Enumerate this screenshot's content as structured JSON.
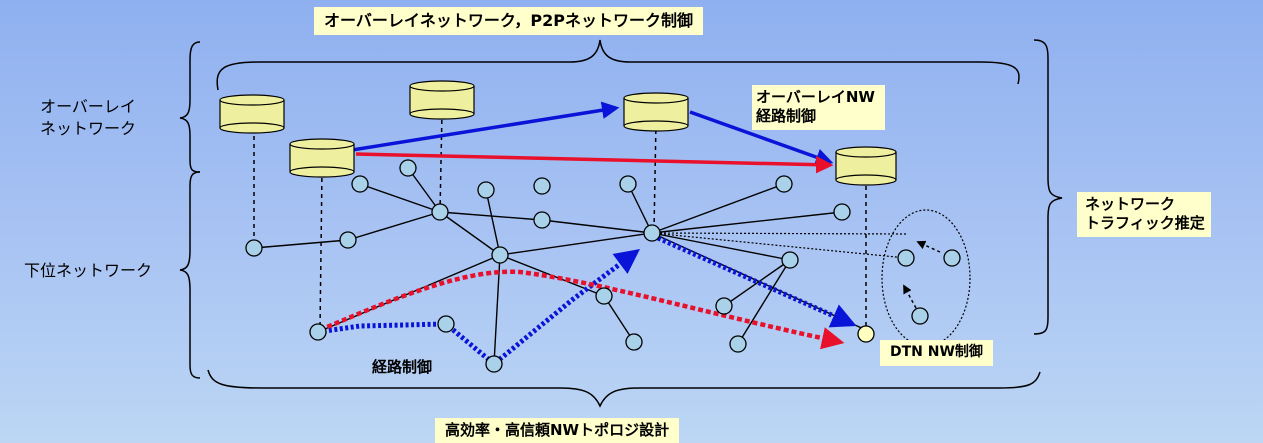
{
  "labels": {
    "top_title": "オーバーレイネットワーク，P2Pネットワーク制御",
    "left_overlay_line1": "オーバーレイ",
    "left_overlay_line2": "ネットワーク",
    "left_lower": "下位ネットワーク",
    "overlay_nw_line1": "オーバーレイNW",
    "overlay_nw_line2": "経路制御",
    "traffic_line1": "ネットワーク",
    "traffic_line2": "トラフィック推定",
    "routing": "経路制御",
    "dtn": "DTN NW制御",
    "bottom_title": "高効率・高信頼NWトポロジ設計"
  },
  "colors": {
    "background_top": "#8fb0f0",
    "background_bottom": "#bcd6f4",
    "label_fill": "#ffffcc",
    "cylinder_fill": "#eef0a0",
    "node_fill": "#a9d2ea",
    "dtn_node_fill": "#ffffc0",
    "blue_arrow": "#0a14d8",
    "red_arrow": "#e8102a",
    "line": "#000000"
  }
}
